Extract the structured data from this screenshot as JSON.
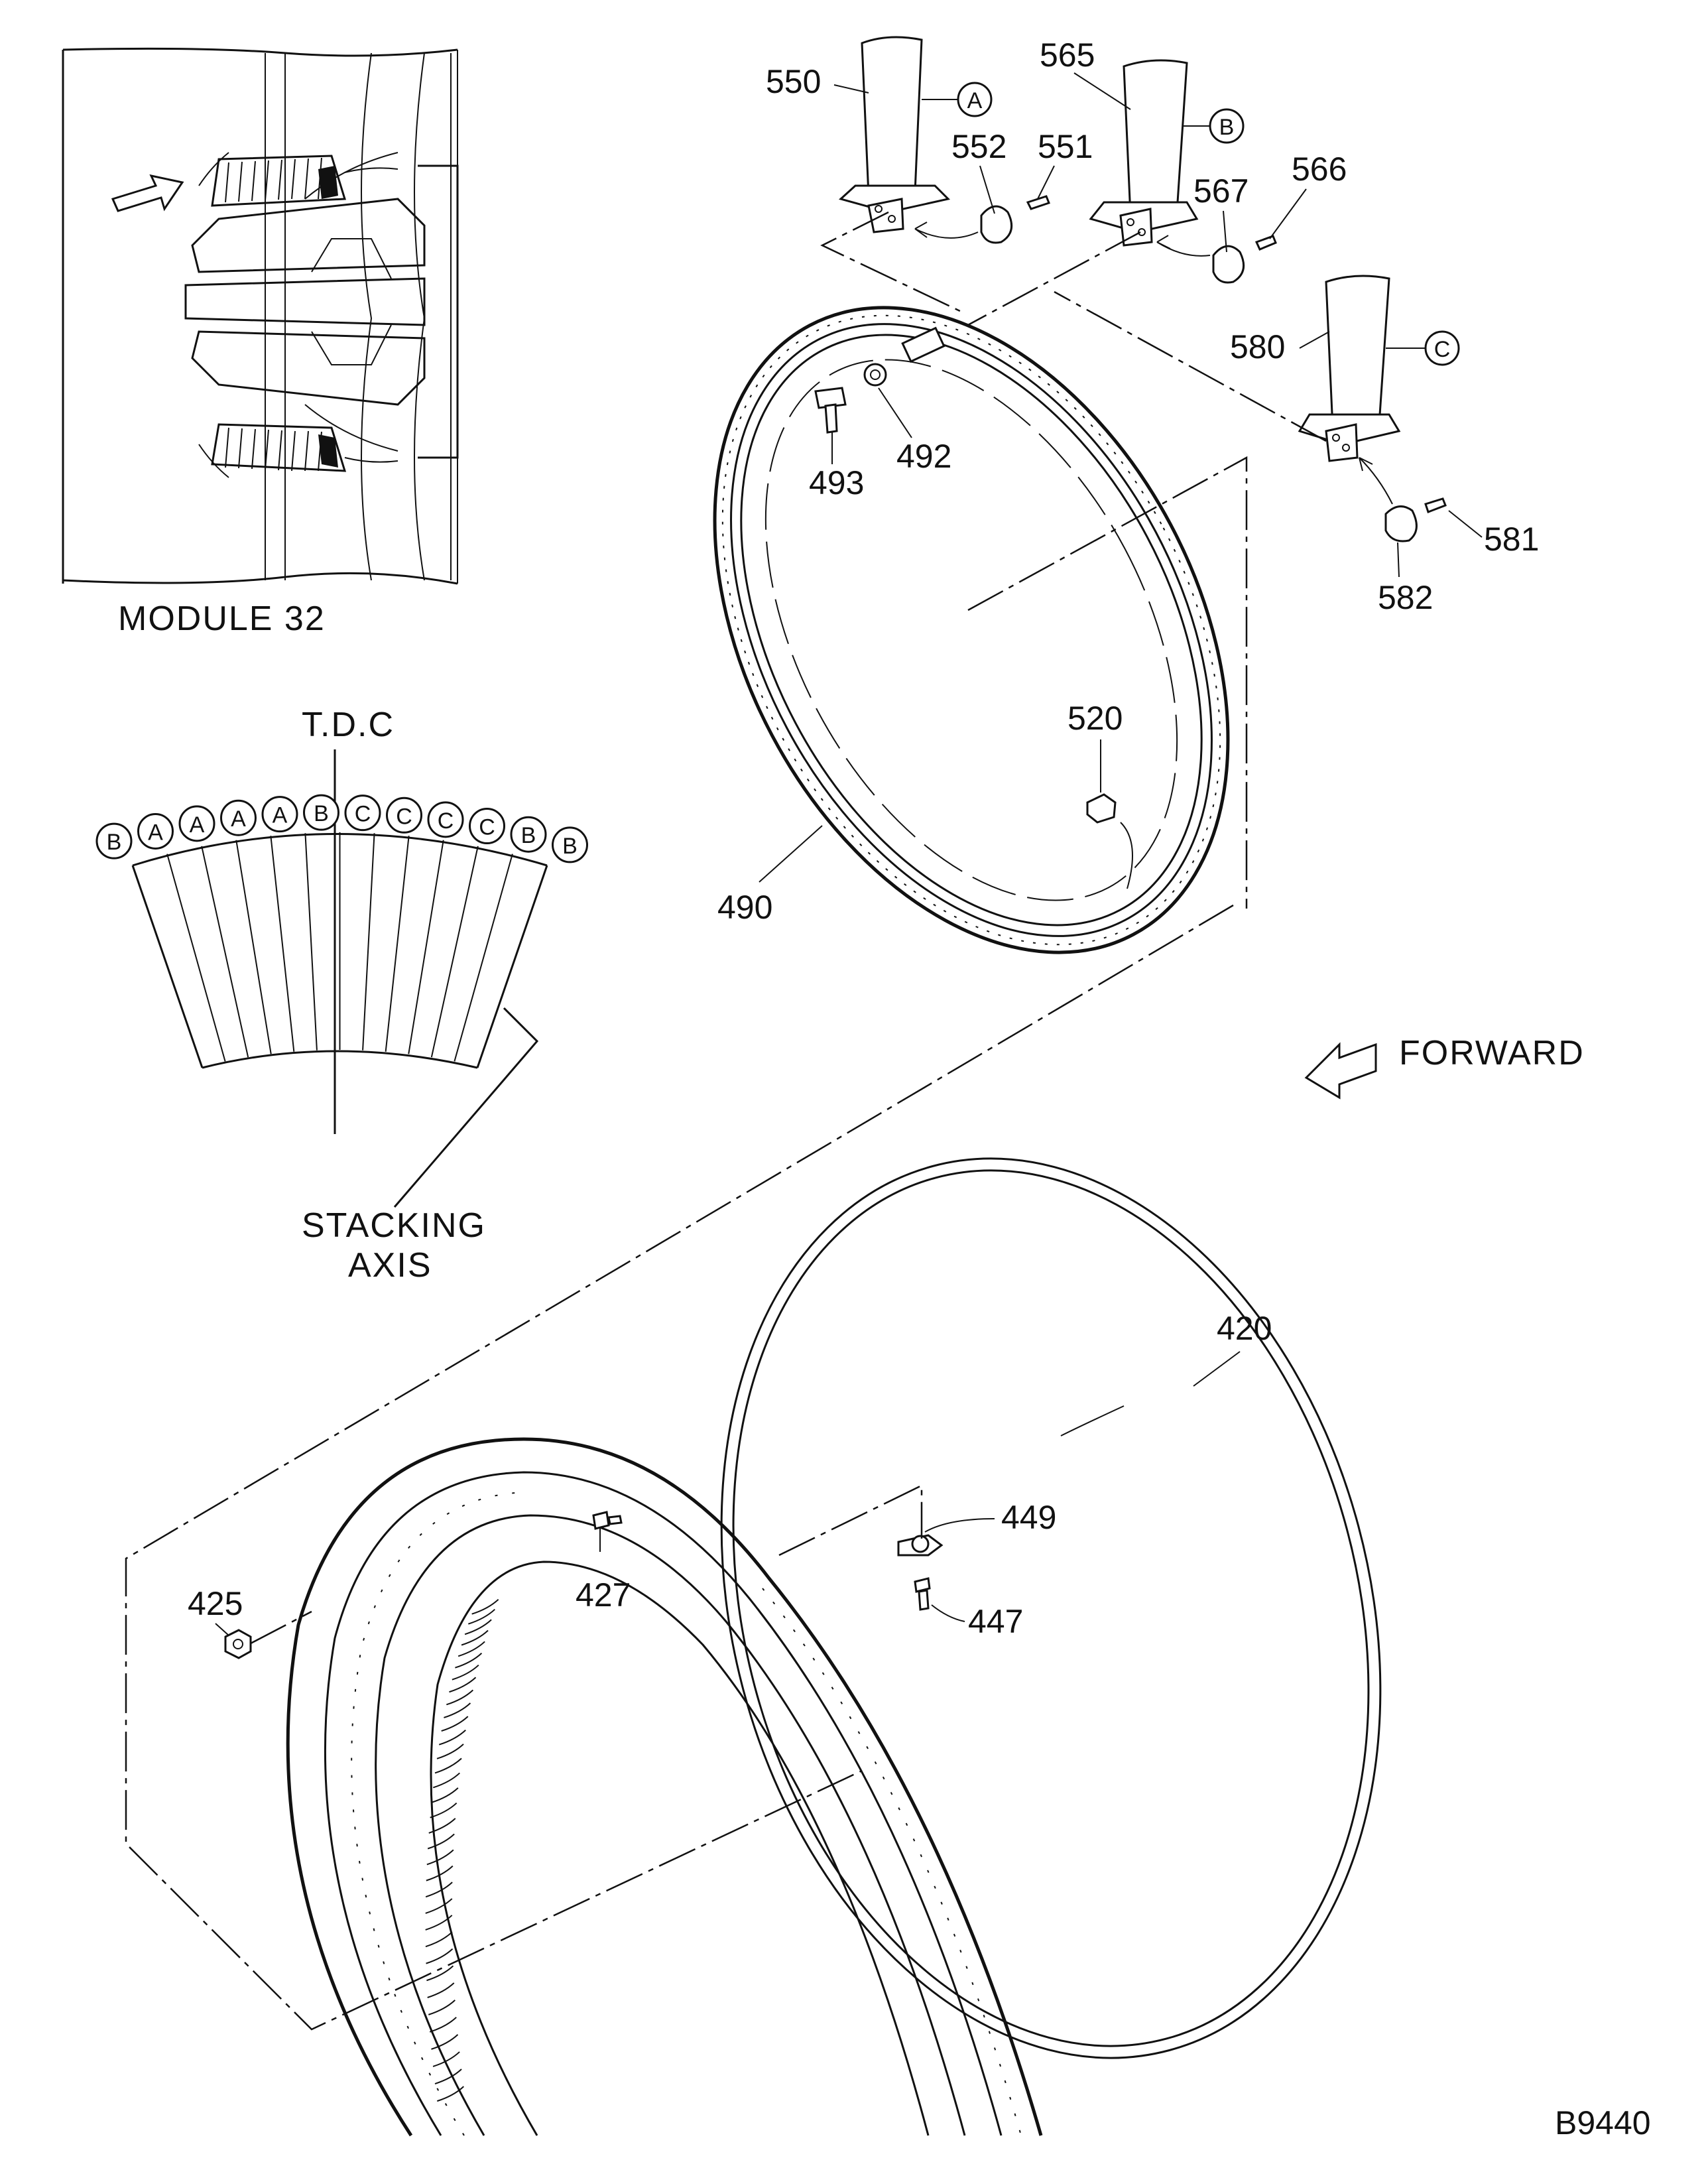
{
  "inset": {
    "module_label": "MODULE 32"
  },
  "stacking": {
    "tdc_label": "T.D.C",
    "sequence": [
      "B",
      "A",
      "A",
      "A",
      "A",
      "B",
      "C",
      "C",
      "C",
      "C",
      "B",
      "B"
    ],
    "axis_label_line1": "STACKING",
    "axis_label_line2": "AXIS"
  },
  "direction": {
    "label": "FORWARD"
  },
  "callouts": {
    "c550": "550",
    "c565": "565",
    "c552": "552",
    "c551": "551",
    "c567": "567",
    "c566": "566",
    "c580": "580",
    "c581": "581",
    "c582": "582",
    "c493": "493",
    "c492": "492",
    "c520": "520",
    "c490": "490",
    "c420": "420",
    "c449": "449",
    "c447": "447",
    "c427": "427",
    "c425": "425"
  },
  "vane_tags": {
    "a": "A",
    "b": "B",
    "c": "C"
  },
  "figure_id": "B9440"
}
